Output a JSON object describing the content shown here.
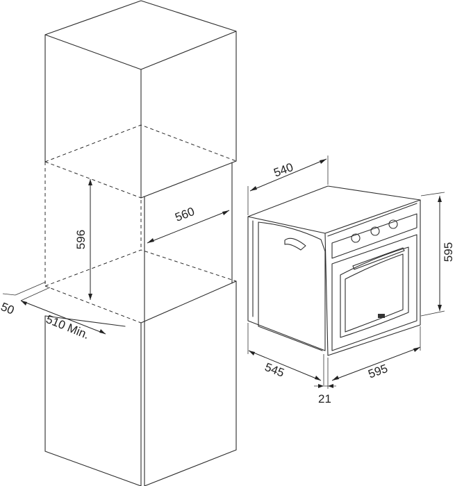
{
  "dimensions": {
    "niche_height": "596",
    "niche_width": "560",
    "niche_depth": "510 Min.",
    "ventilation_gap": "50",
    "oven_depth": "540",
    "oven_height": "595",
    "oven_total_depth": "545",
    "oven_width": "595",
    "front_panel": "21"
  },
  "colors": {
    "line": "#2b2b2b",
    "background": "#ffffff"
  }
}
